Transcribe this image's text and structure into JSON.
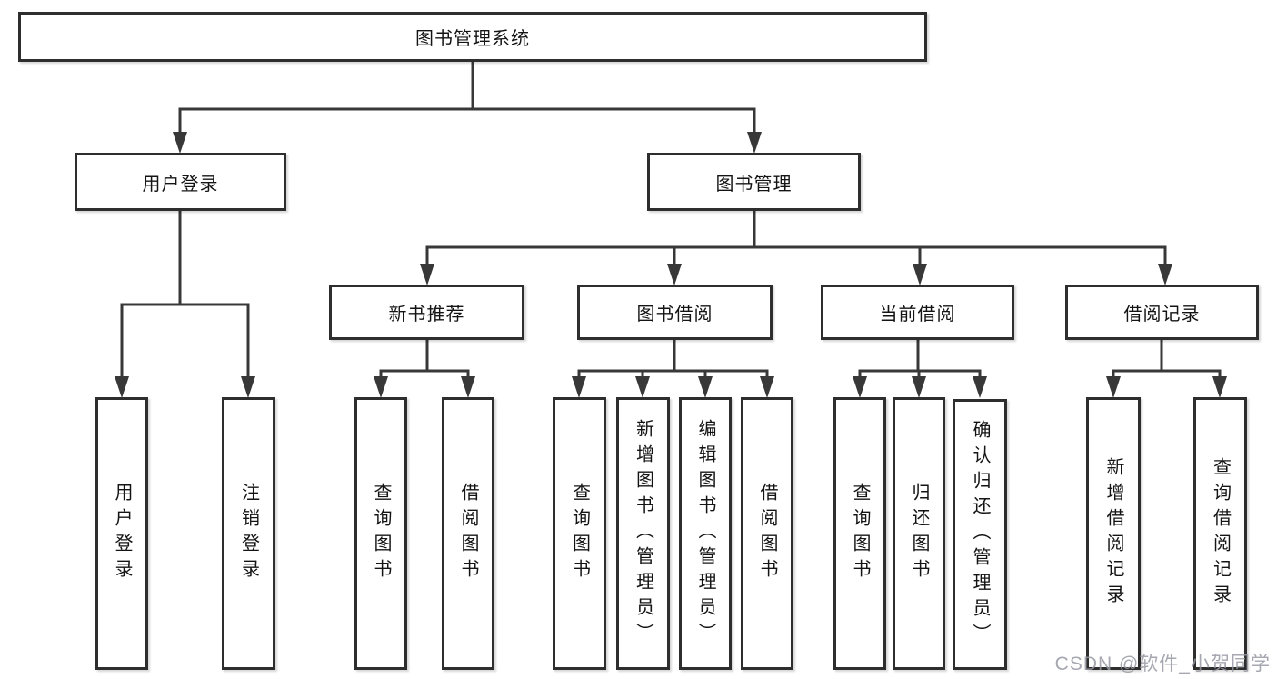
{
  "colors": {
    "line": "#383838",
    "node_border": "#2e2e2e",
    "node_fill": "#ffffff",
    "text": "#141414",
    "watermark_gray": "#9698a2"
  },
  "watermark": {
    "text": "CSDN @软件_小贺同学"
  },
  "tree": {
    "label": "图书管理系统",
    "children": [
      {
        "label": "用户登录",
        "children": [
          {
            "label": "用户登录"
          },
          {
            "label": "注销登录"
          }
        ]
      },
      {
        "label": "图书管理",
        "children": [
          {
            "label": "新书推荐",
            "children": [
              {
                "label": "查询图书"
              },
              {
                "label": "借阅图书"
              }
            ]
          },
          {
            "label": "图书借阅",
            "children": [
              {
                "label": "查询图书"
              },
              {
                "label": "新增图书（管理员）"
              },
              {
                "label": "编辑图书（管理员）"
              },
              {
                "label": "借阅图书"
              }
            ]
          },
          {
            "label": "当前借阅",
            "children": [
              {
                "label": "查询图书"
              },
              {
                "label": "归还图书"
              },
              {
                "label": "确认归还（管理员）"
              }
            ]
          },
          {
            "label": "借阅记录",
            "children": [
              {
                "label": "新增借阅记录"
              },
              {
                "label": "查询借阅记录"
              }
            ]
          }
        ]
      }
    ]
  }
}
